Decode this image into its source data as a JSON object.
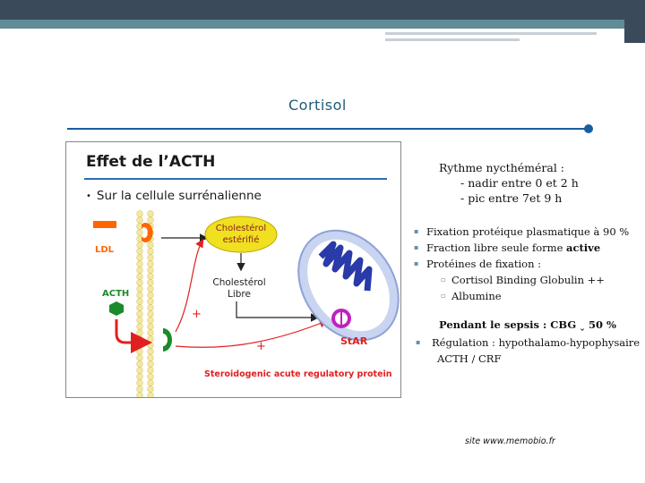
{
  "slide": {
    "title": "Cortisol",
    "figure": {
      "title": "Effet de l’ACTH",
      "subtitle_bullet": "•",
      "subtitle": "Sur la cellule surrénalienne",
      "labels": {
        "ldl": "LDL",
        "acth": "ACTH",
        "chol_ester_1": "Cholestérol",
        "chol_ester_2": "estérifié",
        "chol_libre_1": "Cholestérol",
        "chol_libre_2": "Libre",
        "plus": "+",
        "star": "StAR",
        "star_protein": "Steroidogenic acute regulatory protein"
      },
      "colors": {
        "orange": "#ff6600",
        "green": "#1a8a2a",
        "red": "#e02020",
        "yellow": "#f0e020",
        "membrane": "#f4e8a0",
        "mito_outer": "#c8d4f0",
        "mito_inner": "#2a3aa8",
        "magenta": "#c020c0"
      }
    },
    "rhythm": {
      "title": "Rythme nycthéméral :",
      "line1": "- nadir entre 0 et 2 h",
      "line2": "- pic entre 7et 9 h"
    },
    "bullets": [
      {
        "text": "Fixation protéique plasmatique à 90 %"
      },
      {
        "text": "Fraction libre seule forme ",
        "bold": "active"
      },
      {
        "text": "Protéines de fixation :"
      }
    ],
    "sub_bullets": [
      "Cortisol Binding Globulin ++",
      "Albumine"
    ],
    "sepsis": "Pendant le sepsis : CBG ˯ 50 %",
    "regulation_line1": "Régulation : hypothalamo-hypophysaire",
    "regulation_line2": "ACTH / CRF",
    "site": "site www.memobio.fr",
    "marker_l1": "▪",
    "marker_l2": "▫"
  }
}
